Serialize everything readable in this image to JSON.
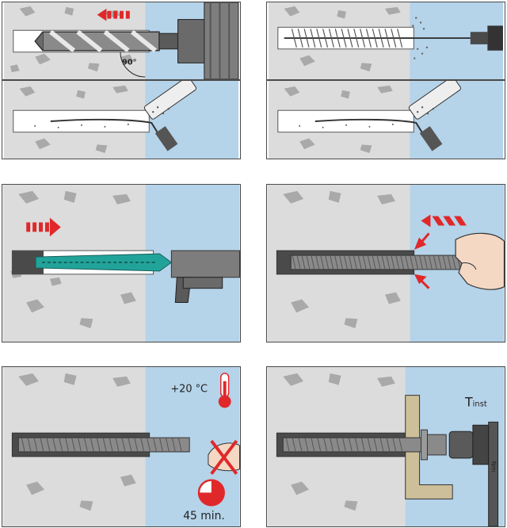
{
  "colors": {
    "concrete": "#dcdcdc",
    "stone": "#a9a9a9",
    "air": "#b5d3e9",
    "steel": "#7d7d7d",
    "steel_dark": "#3f3f3f",
    "accent_red": "#e0282a",
    "nozzle_green": "#22a39a",
    "plate": "#cdbf9a"
  },
  "icons": [
    "drill-icon",
    "brush-icon",
    "blow-pump-icon",
    "mixer-nozzle-icon",
    "dispenser-gun-icon",
    "threaded-rod-icon",
    "hand-icon",
    "thermometer-icon",
    "clock-icon",
    "no-touch-icon",
    "torque-wrench-icon"
  ],
  "steps": [
    {
      "id": "drill",
      "angle_label": "90°"
    },
    {
      "id": "brush"
    },
    {
      "id": "blow-left"
    },
    {
      "id": "blow-right"
    },
    {
      "id": "inject"
    },
    {
      "id": "insert-rod"
    },
    {
      "id": "cure",
      "temperature_label": "+20 °C",
      "time_label": "45 min."
    },
    {
      "id": "torque",
      "torque_label": "T",
      "torque_sub": "inst",
      "wrench_label": "Nm"
    }
  ]
}
